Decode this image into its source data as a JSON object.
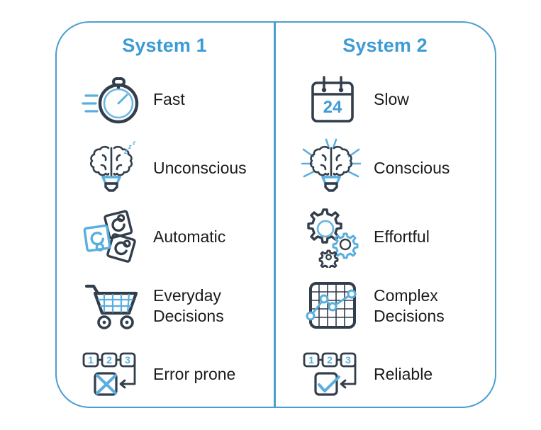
{
  "colors": {
    "accent_blue": "#3f9bd4",
    "border_blue": "#4b9fd0",
    "icon_dark": "#323e4b",
    "icon_blue": "#5aaede",
    "text_dark": "#1b1b1b",
    "background": "#ffffff"
  },
  "panel": {
    "name": "two-system-comparison-panel"
  },
  "columns": [
    {
      "title": "System 1",
      "rows": [
        {
          "icon": "stopwatch-icon",
          "label": "Fast"
        },
        {
          "icon": "brain-bulb-sleeping-icon",
          "label": "Unconscious"
        },
        {
          "icon": "rotating-cards-icon",
          "label": "Automatic"
        },
        {
          "icon": "shopping-cart-icon",
          "label": "Everyday\nDecisions"
        },
        {
          "icon": "steps-error-icon",
          "label": "Error prone"
        }
      ]
    },
    {
      "title": "System 2",
      "rows": [
        {
          "icon": "calendar-icon",
          "label": "Slow",
          "calendar_day": "24"
        },
        {
          "icon": "brain-bulb-radiating-icon",
          "label": "Conscious"
        },
        {
          "icon": "gears-icon",
          "label": "Effortful"
        },
        {
          "icon": "line-chart-grid-icon",
          "label": "Complex\nDecisions"
        },
        {
          "icon": "steps-check-icon",
          "label": "Reliable"
        }
      ]
    }
  ]
}
